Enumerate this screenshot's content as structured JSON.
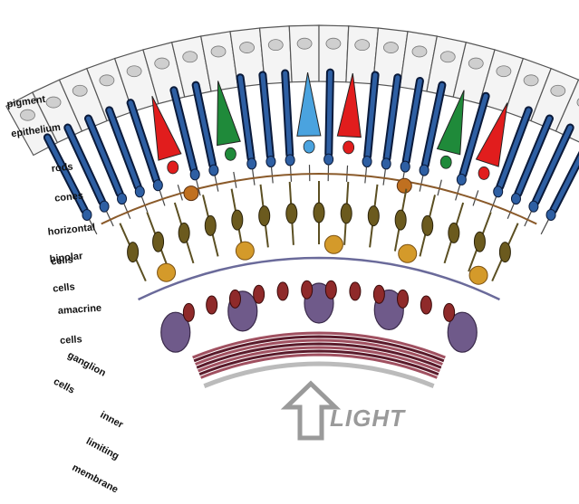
{
  "labels": {
    "pigment": [
      "pigment",
      "epithelium"
    ],
    "rods_cones": [
      "rods",
      "cones"
    ],
    "horizontal": [
      "horizontal",
      "cells"
    ],
    "bipolar": [
      "bipolar",
      "cells"
    ],
    "amacrine": [
      "amacrine",
      "cells"
    ],
    "ganglion": [
      "ganglion",
      "cells"
    ],
    "inner": [
      "inner",
      "limiting",
      "membrane"
    ]
  },
  "light_label": "LIGHT",
  "colors": {
    "rod": "#2e5fa3",
    "rod_dark": "#0a1a3a",
    "cone_red": "#e11d1d",
    "cone_green": "#1f8a3a",
    "cone_blue": "#4aa3df",
    "epithelium": "#f4f4f4",
    "nucleus": "#cfcfcf",
    "horizontal": "#5b4f22",
    "bipolar_body": "#6b5a1e",
    "amacrine": "#d49a2a",
    "ganglion": "#6f5a8a",
    "ganglion_small": "#8f2a2a",
    "fibers": "#7a2a3a",
    "arrow": "#9a9a9a"
  }
}
